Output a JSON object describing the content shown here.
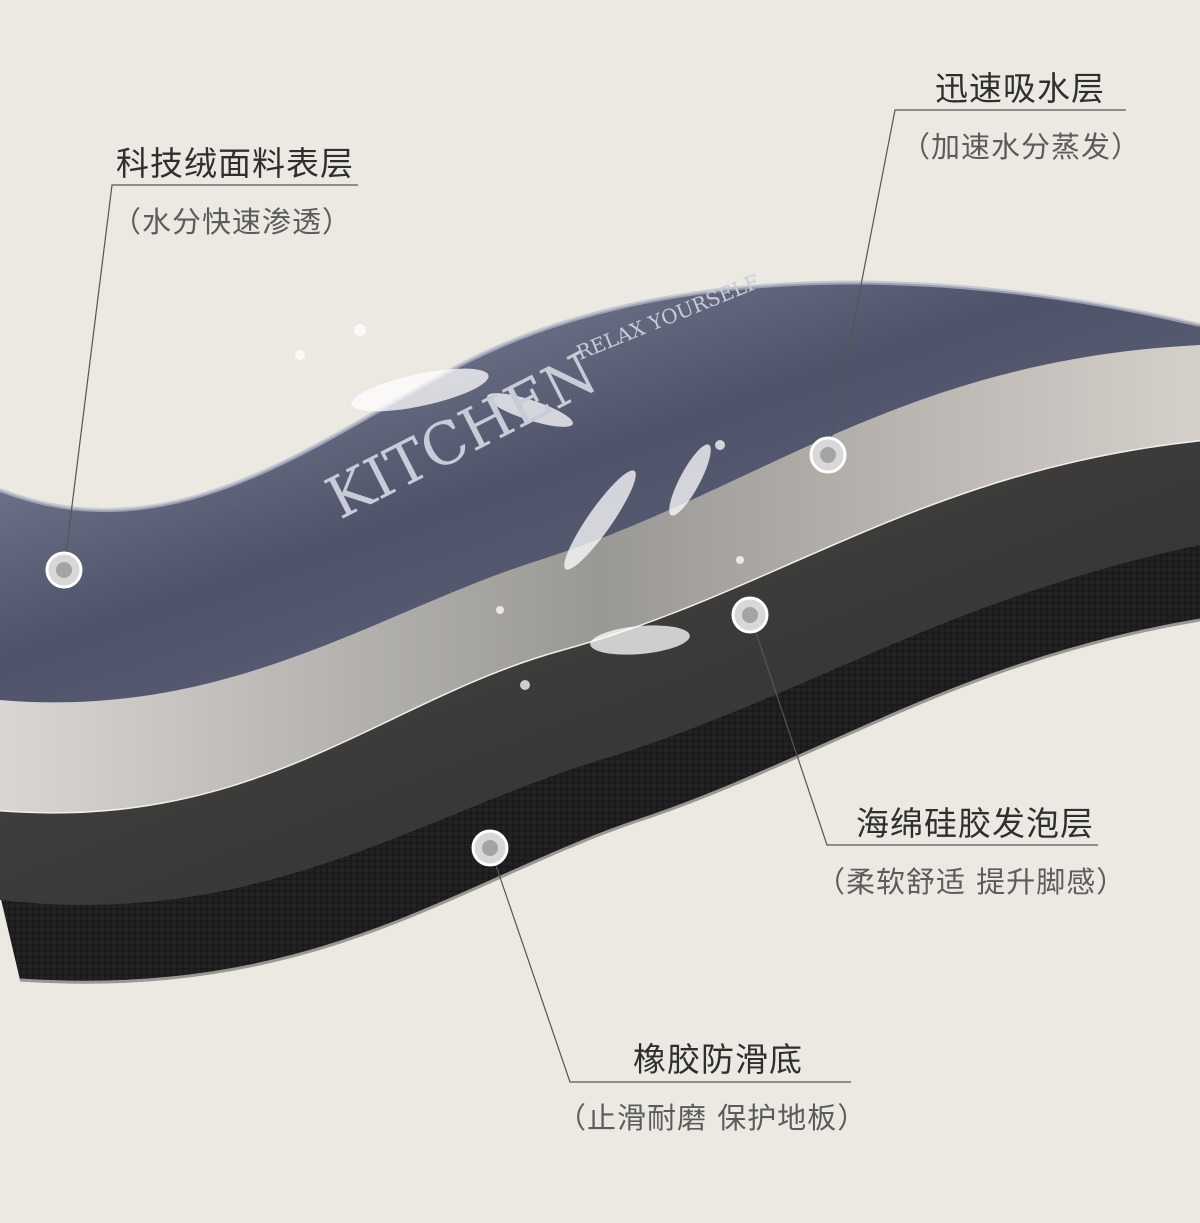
{
  "layers": [
    {
      "title": "科技绒面料表层",
      "subtitle": "（水分快速渗透）"
    },
    {
      "title": "迅速吸水层",
      "subtitle": "（加速水分蒸发）"
    },
    {
      "title": "海绵硅胶发泡层",
      "subtitle": "（柔软舒适 提升脚感）"
    },
    {
      "title": "橡胶防滑底",
      "subtitle": "（止滑耐磨 保护地板）"
    }
  ],
  "brand": {
    "name": "KITCHEN",
    "tagline": "RELAX YOURSELF"
  },
  "colors": {
    "background": "#ece8e2",
    "top_layer": "#5e6274",
    "absorb_layer": "#cfcac5",
    "foam_layer": "#3a3938",
    "rubber_layer": "#1f1f1f",
    "leader_line": "#555555"
  }
}
